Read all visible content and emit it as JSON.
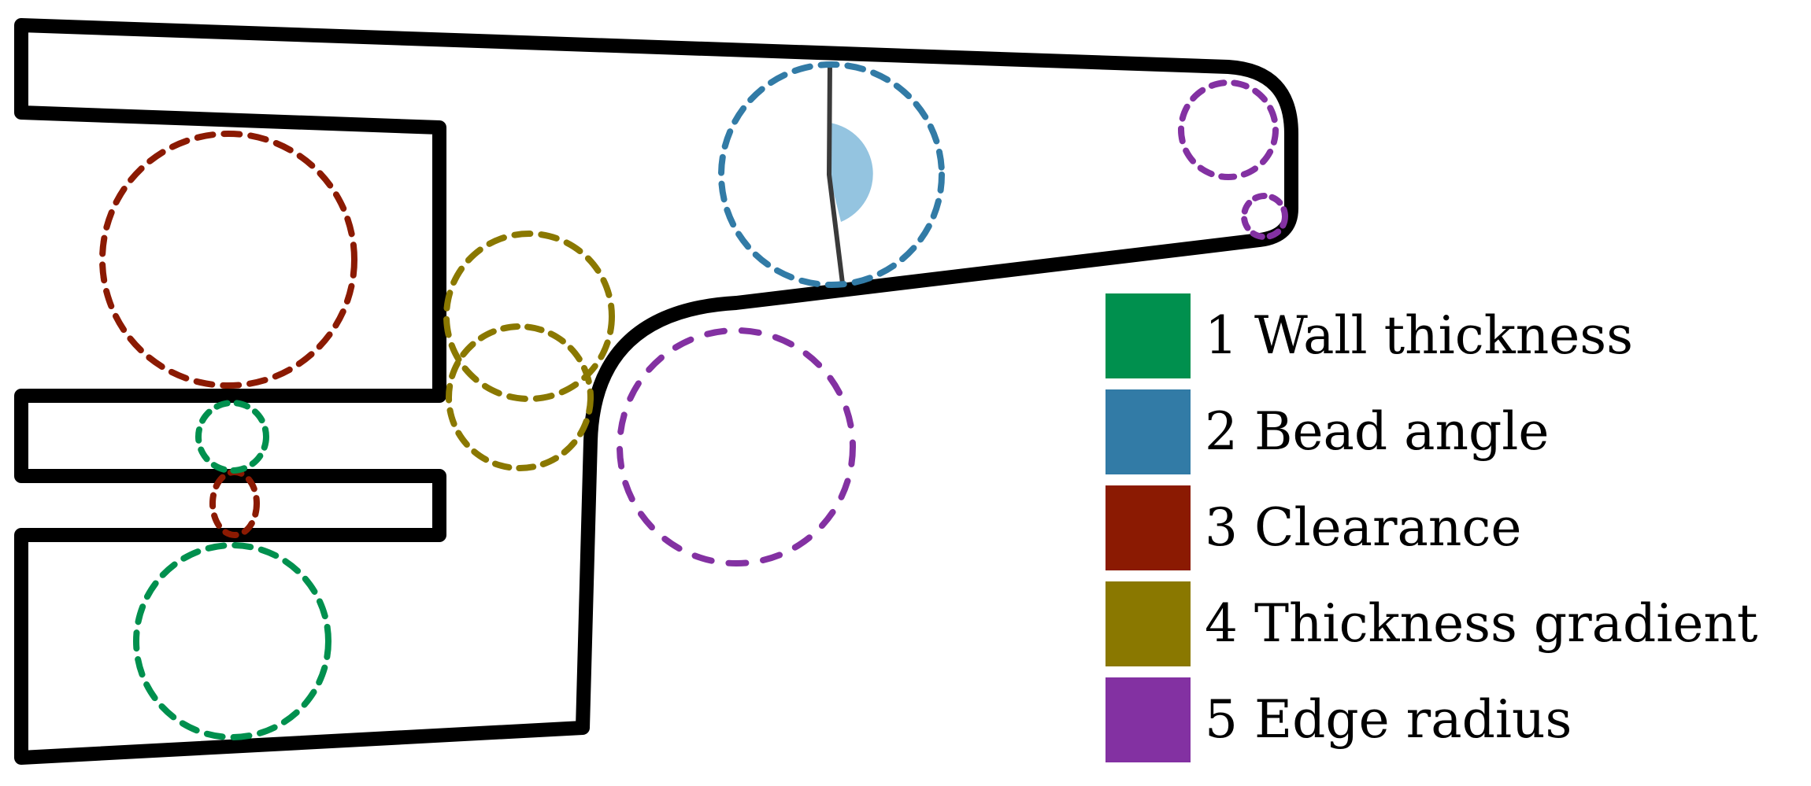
{
  "legend": {
    "items": [
      {
        "label": "1 Wall thickness",
        "color": "#00904e"
      },
      {
        "label": "2 Bead angle",
        "color": "#327ba6"
      },
      {
        "label": "3 Clearance",
        "color": "#8b1a02"
      },
      {
        "label": "4 Thickness gradient",
        "color": "#8a7800"
      },
      {
        "label": "5 Edge radius",
        "color": "#8331a2"
      }
    ]
  },
  "colors": {
    "outline": "#000000",
    "angle_fill": "#94c4e0",
    "bead_line": "#3a3a3a"
  }
}
